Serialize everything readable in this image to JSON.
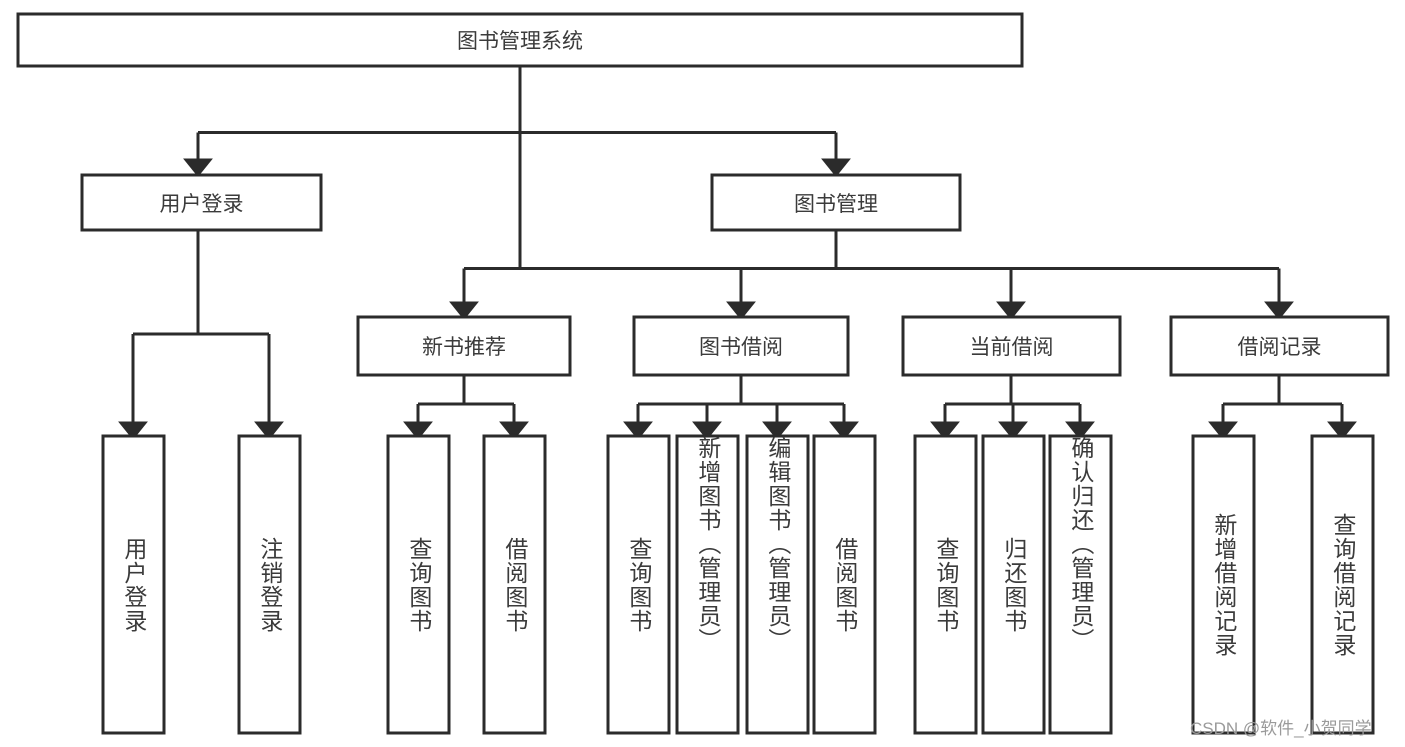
{
  "diagram": {
    "title": "图书管理系统",
    "type": "tree",
    "root": {
      "label": "图书管理系统"
    },
    "level2": [
      {
        "label": "用户登录"
      },
      {
        "label": "图书管理"
      }
    ],
    "level3": [
      {
        "label": "新书推荐",
        "parent": "图书管理"
      },
      {
        "label": "图书借阅",
        "parent": "图书管理"
      },
      {
        "label": "当前借阅",
        "parent": "图书管理"
      },
      {
        "label": "借阅记录",
        "parent": "图书管理"
      }
    ],
    "leaves": {
      "user_login": [
        "用户登录",
        "注销登录"
      ],
      "new_book_recommend": [
        "查询图书",
        "借阅图书"
      ],
      "book_borrow": [
        "查询图书",
        "新增图书（管理员）",
        "编辑图书（管理员）",
        "借阅图书"
      ],
      "current_borrow": [
        "查询图书",
        "归还图书",
        "确认归还（管理员）"
      ],
      "borrow_record": [
        "新增借阅记录",
        "查询借阅记录"
      ]
    }
  },
  "watermark": {
    "text": "CSDN @软件_小贺同学"
  },
  "colors": {
    "stroke": "#2b2b2b",
    "fill": "#ffffff",
    "text": "#3b3b3b",
    "watermark": "#9a9a9a",
    "background": "#ffffff"
  }
}
